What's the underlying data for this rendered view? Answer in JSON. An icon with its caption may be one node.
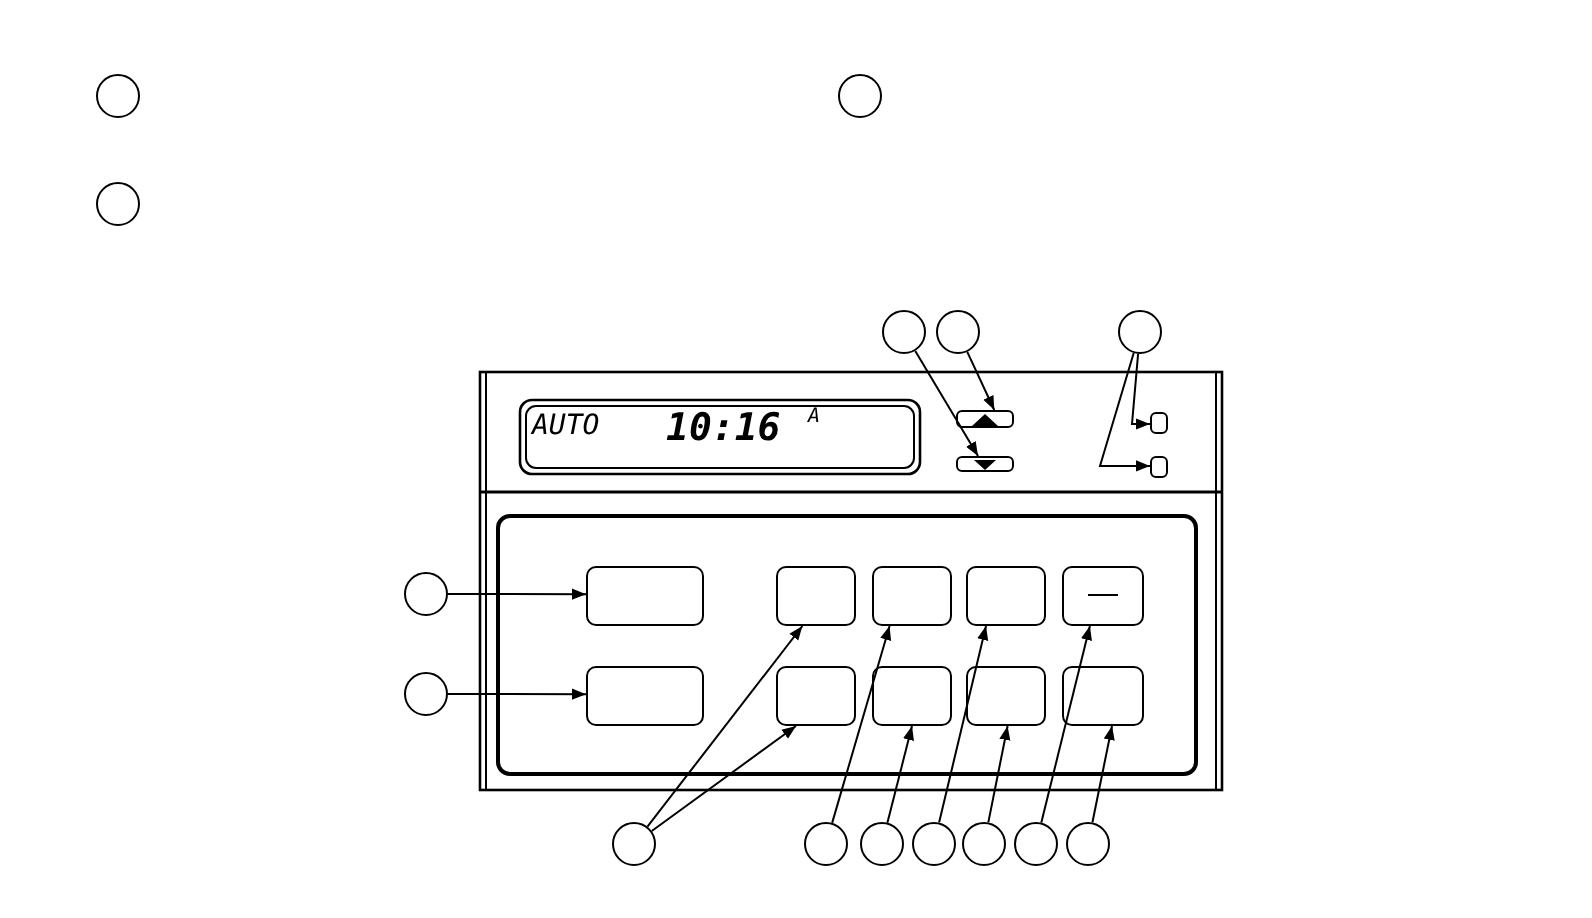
{
  "diagram": {
    "nodes": [
      {
        "text": [],
        "shape": "circle"
      },
      {
        "text": [],
        "shape": "circle"
      },
      {
        "text": [],
        "shape": "circle"
      },
      {
        "text": [],
        "shape": "circle"
      },
      {
        "text": [],
        "shape": "circle"
      },
      {
        "text": [],
        "shape": "circle"
      },
      {
        "text": [],
        "shape": "box"
      },
      {
        "text": [],
        "shape": "box"
      },
      {
        "text": [],
        "shape": "box"
      },
      {
        "text": [],
        "shape": "box"
      },
      {
        "text": [],
        "shape": "circle"
      },
      {
        "text": [],
        "shape": "circle"
      },
      {
        "text": [],
        "shape": "box"
      },
      {
        "text": [],
        "shape": "box"
      },
      {
        "text": [],
        "shape": "box"
      },
      {
        "text": [],
        "shape": "box"
      },
      {
        "text": [],
        "shape": "box"
      },
      {
        "text": [],
        "shape": "box"
      },
      {
        "text": [],
        "shape": "box"
      },
      {
        "text": [],
        "shape": "box"
      },
      {
        "text": [],
        "shape": "box"
      },
      {
        "text": [],
        "shape": "box"
      },
      {
        "text": [],
        "shape": "circle"
      },
      {
        "text": [],
        "shape": "circle"
      },
      {
        "text": [],
        "shape": "circle"
      },
      {
        "text": [],
        "shape": "circle"
      },
      {
        "text": [],
        "shape": "circle"
      },
      {
        "text": [],
        "shape": "circle"
      },
      {
        "text": [],
        "shape": "circle"
      }
    ],
    "edges": [
      {
        "from": 3,
        "to": 7,
        "arrow": "to"
      },
      {
        "from": 4,
        "to": 6,
        "arrow": "to"
      },
      {
        "from": 5,
        "to": 8,
        "arrow": "to"
      },
      {
        "from": 5,
        "to": 9,
        "arrow": "to"
      },
      {
        "from": 10,
        "to": 12,
        "arrow": "to"
      },
      {
        "from": 11,
        "to": 17,
        "arrow": "to"
      },
      {
        "from": 22,
        "to": 13,
        "arrow": "to"
      },
      {
        "from": 22,
        "to": 18,
        "arrow": "to"
      },
      {
        "from": 23,
        "to": 14,
        "arrow": "to"
      },
      {
        "from": 24,
        "to": 19,
        "arrow": "to"
      },
      {
        "from": 25,
        "to": 15,
        "arrow": "to"
      },
      {
        "from": 26,
        "to": 20,
        "arrow": "to"
      },
      {
        "from": 27,
        "to": 16,
        "arrow": "to"
      },
      {
        "from": 28,
        "to": 21,
        "arrow": "to"
      }
    ],
    "labels": [
      "AUTO",
      "10:16",
      "A"
    ]
  }
}
